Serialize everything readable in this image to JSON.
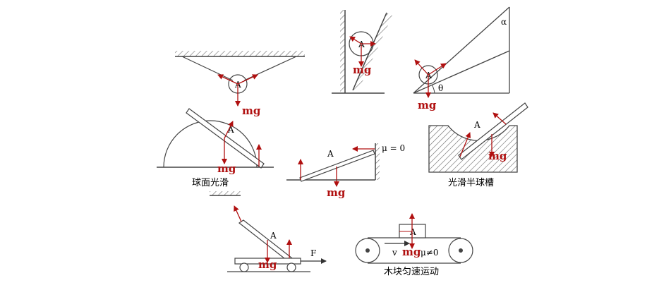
{
  "colors": {
    "line": "#444444",
    "force": "#b01010",
    "hatch": "#666666"
  },
  "labels": {
    "point": "A",
    "weight": "mg",
    "alpha": "α",
    "theta": "θ",
    "mu_zero": "μ = 0",
    "mu_nonzero": "μ≠0",
    "velocity": "v",
    "force_F": "F"
  },
  "captions": {
    "smooth_sphere": "球面光滑",
    "smooth_hemisphere_groove": "光滑半球槽",
    "block_uniform_motion": "木块匀速运动"
  }
}
